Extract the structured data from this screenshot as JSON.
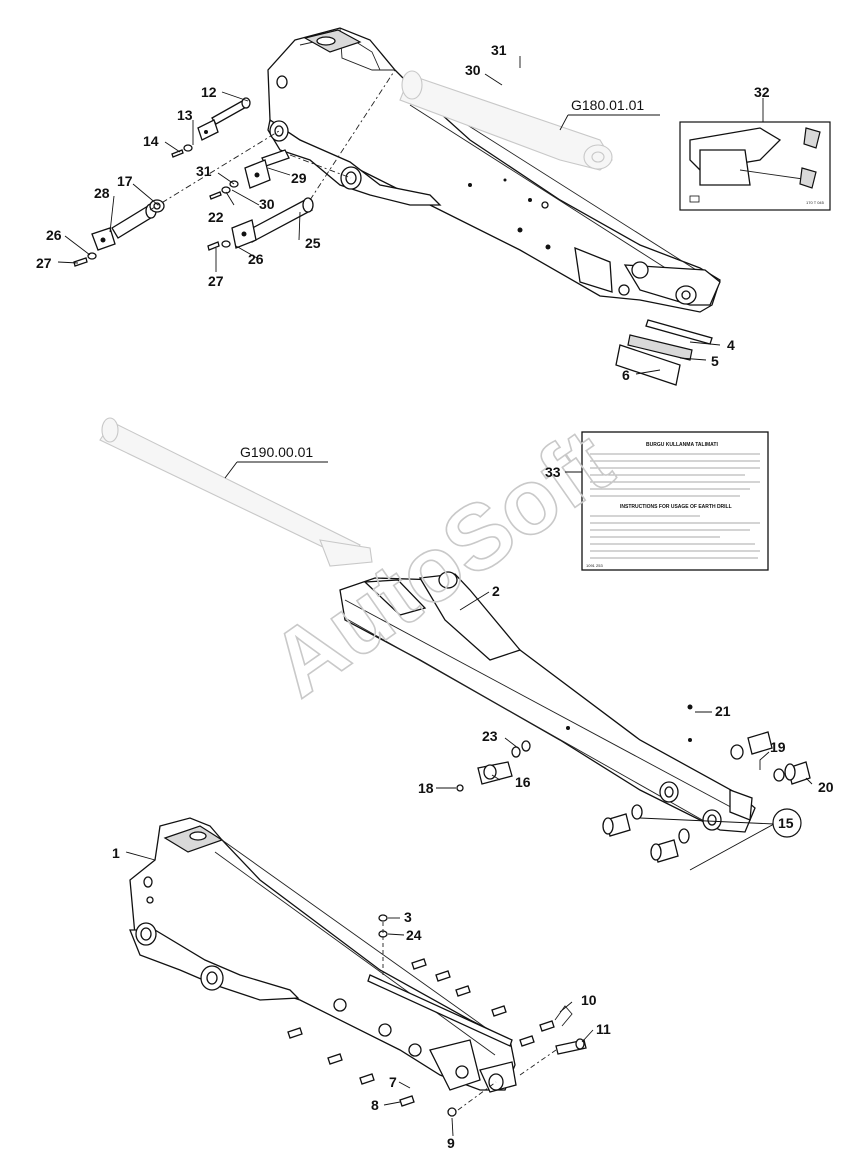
{
  "reference_labels": {
    "cylinder_top": "G180.01.01",
    "cylinder_middle": "G190.00.01"
  },
  "watermark": "AutoSoft",
  "decal": {
    "title_tr": "BURGU KULLANMA TALIMATI",
    "title_en": "INSTRUCTIONS FOR USAGE OF EARTH DRILL",
    "code": "1091 253"
  },
  "inset_code": "170 T 045",
  "callouts": {
    "c1": "1",
    "c2": "2",
    "c3": "3",
    "c4": "4",
    "c5": "5",
    "c6": "6",
    "c7": "7",
    "c8": "8",
    "c9": "9",
    "c10": "10",
    "c11": "11",
    "c12": "12",
    "c13": "13",
    "c14": "14",
    "c15": "15",
    "c16": "16",
    "c17": "17",
    "c18": "18",
    "c19": "19",
    "c20": "20",
    "c21": "21",
    "c22": "22",
    "c23": "23",
    "c24": "24",
    "c25": "25",
    "c26a": "26",
    "c26b": "26",
    "c27a": "27",
    "c27b": "27",
    "c28": "28",
    "c29": "29",
    "c30a": "30",
    "c30b": "30",
    "c31a": "31",
    "c31b": "31",
    "c32": "32",
    "c33": "33"
  }
}
